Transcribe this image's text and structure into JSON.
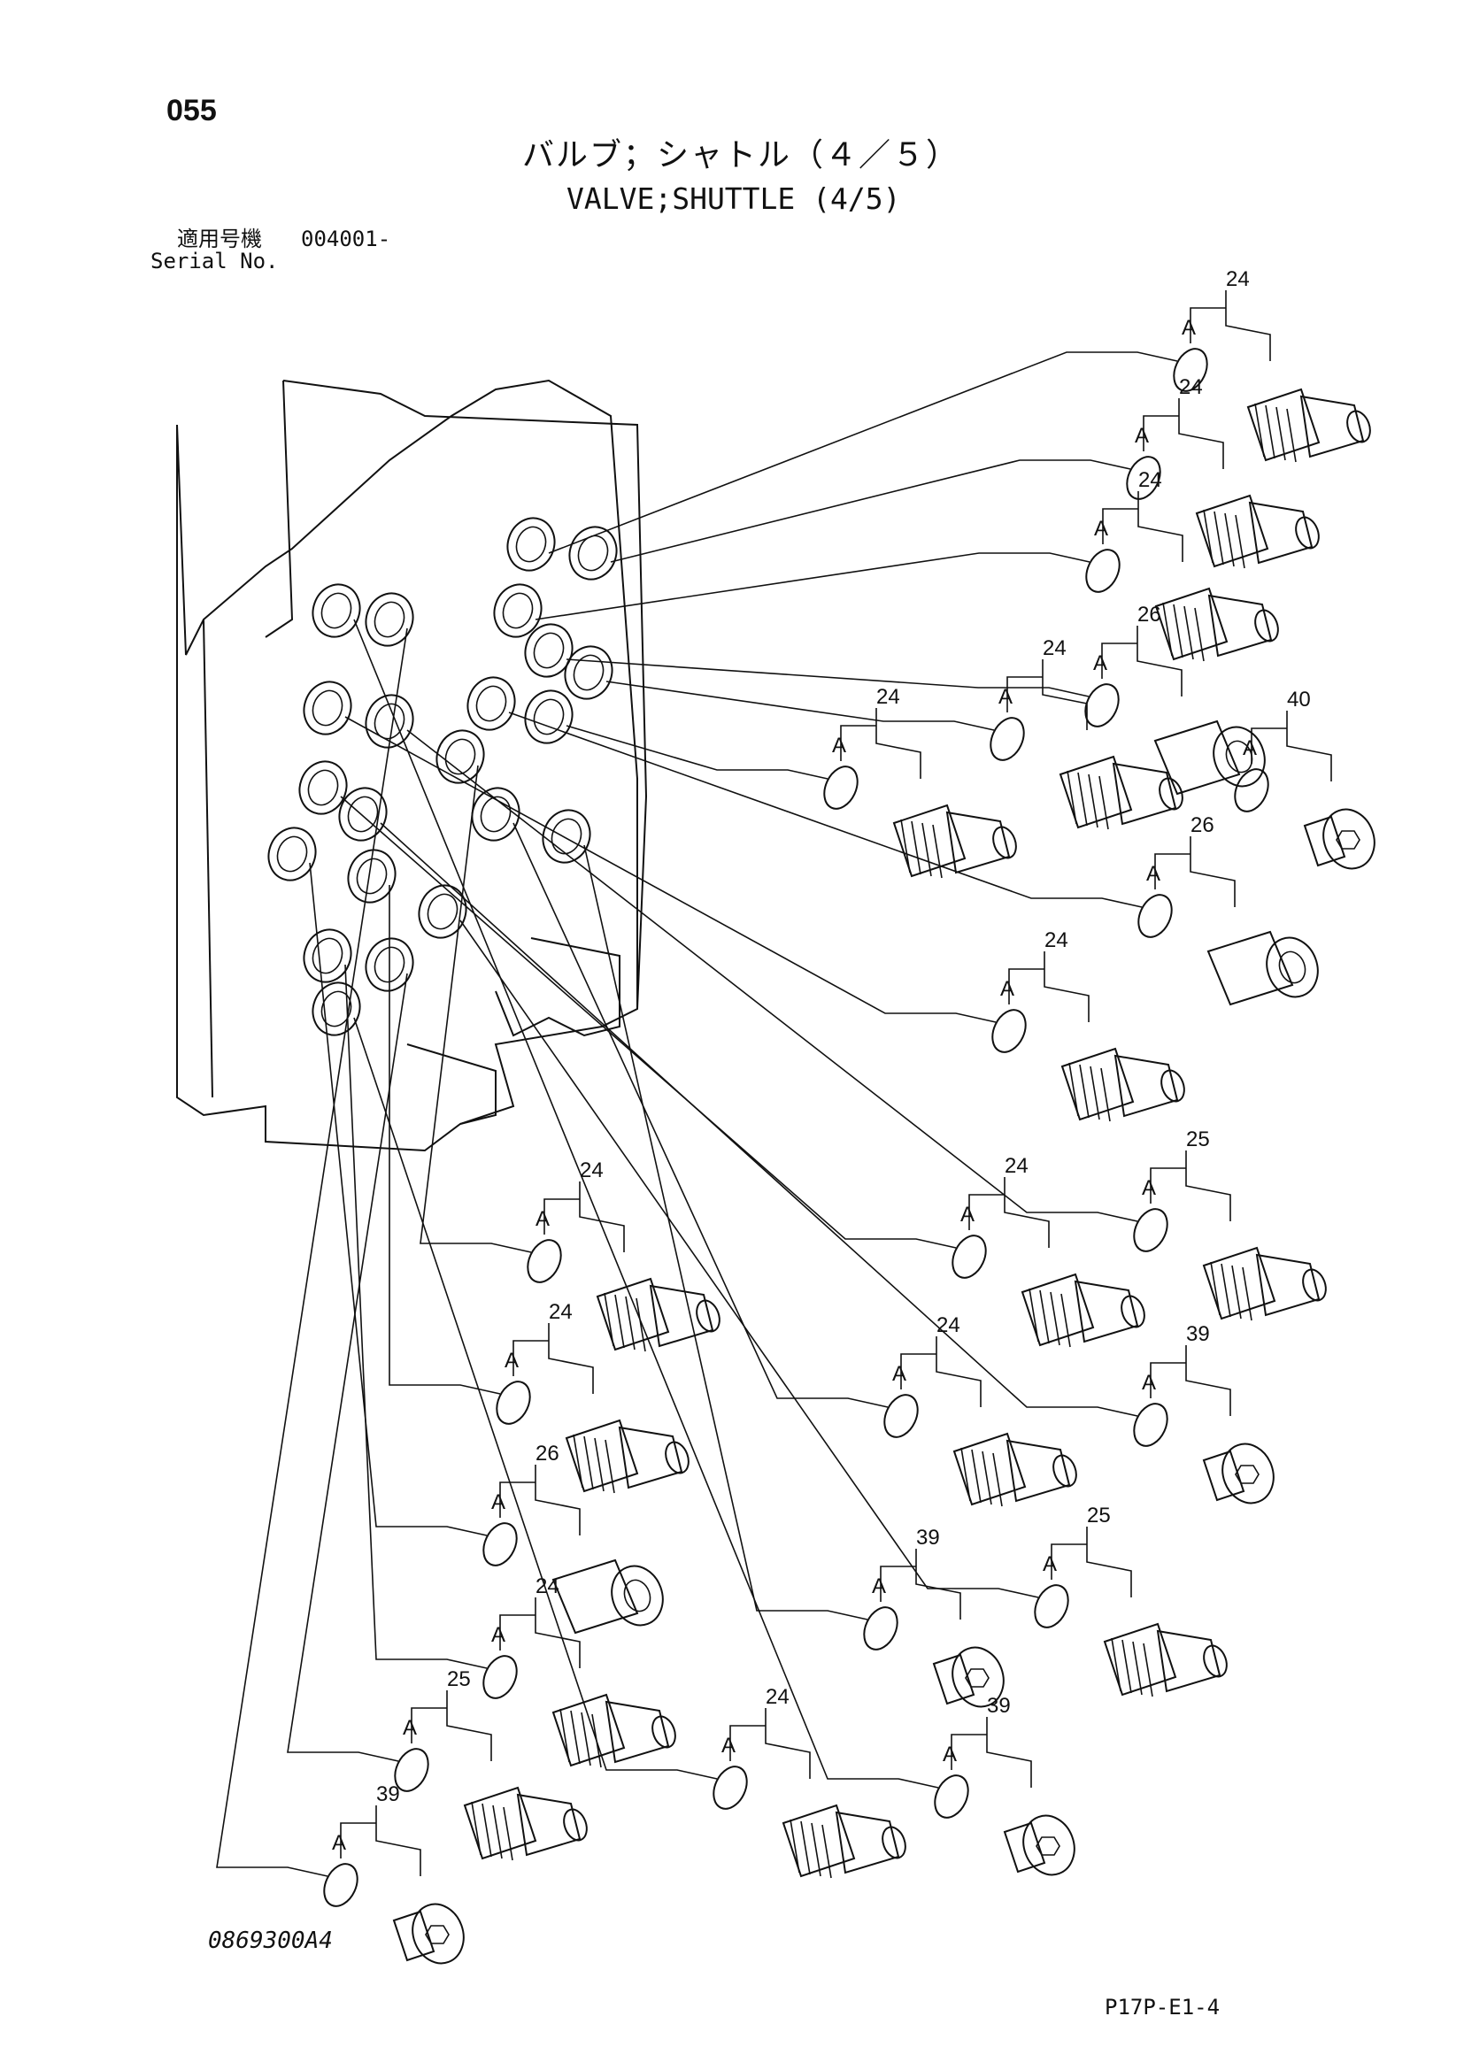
{
  "header": {
    "page_number": "055",
    "title_ja": "バルブ；シャトル（４／５）",
    "title_en": "VALVE;SHUTTLE (4/5)",
    "serial_label_ja": "適用号機",
    "serial_value": "004001-",
    "serial_label_en": "Serial No."
  },
  "footer": {
    "drawing_number": "0869300A4",
    "page_code": "P17P-E1-4"
  },
  "parts": [
    {
      "part": "24",
      "ring": "A",
      "kind": "fitting"
    },
    {
      "part": "24",
      "ring": "A",
      "kind": "fitting"
    },
    {
      "part": "24",
      "ring": "A",
      "kind": "fitting"
    },
    {
      "part": "24",
      "ring": "A",
      "kind": "fitting"
    },
    {
      "part": "26",
      "ring": "A",
      "kind": "adapter"
    },
    {
      "part": "40",
      "ring": "A",
      "kind": "plug"
    },
    {
      "part": "24",
      "ring": "A",
      "kind": "fitting"
    },
    {
      "part": "26",
      "ring": "A",
      "kind": "adapter"
    },
    {
      "part": "24",
      "ring": "A",
      "kind": "fitting"
    },
    {
      "part": "25",
      "ring": "A",
      "kind": "fitting"
    },
    {
      "part": "24",
      "ring": "A",
      "kind": "fitting"
    },
    {
      "part": "24",
      "ring": "A",
      "kind": "fitting"
    },
    {
      "part": "39",
      "ring": "A",
      "kind": "plug"
    },
    {
      "part": "24",
      "ring": "A",
      "kind": "fitting"
    },
    {
      "part": "24",
      "ring": "A",
      "kind": "fitting"
    },
    {
      "part": "26",
      "ring": "A",
      "kind": "adapter"
    },
    {
      "part": "39",
      "ring": "A",
      "kind": "plug"
    },
    {
      "part": "25",
      "ring": "A",
      "kind": "fitting"
    },
    {
      "part": "24",
      "ring": "A",
      "kind": "fitting"
    },
    {
      "part": "25",
      "ring": "A",
      "kind": "fitting"
    },
    {
      "part": "24",
      "ring": "A",
      "kind": "fitting"
    },
    {
      "part": "39",
      "ring": "A",
      "kind": "plug"
    },
    {
      "part": "39",
      "ring": "A",
      "kind": "plug"
    }
  ]
}
